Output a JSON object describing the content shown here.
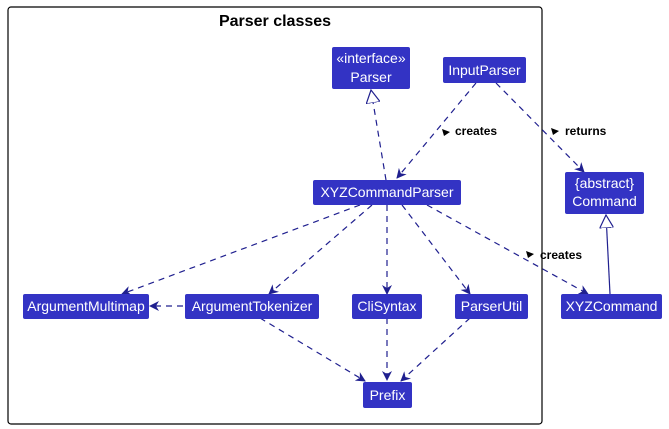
{
  "package": {
    "title": "Parser classes"
  },
  "colors": {
    "node_fill": "#3333c4",
    "node_text": "#ffffff",
    "edge": "#20208f",
    "frame": "#000000"
  },
  "nodes": {
    "parser": {
      "stereotype": "«interface»",
      "name": "Parser"
    },
    "input_parser": {
      "name": "InputParser"
    },
    "xyz_command_parser": {
      "name": "XYZCommandParser"
    },
    "command": {
      "stereotype": "{abstract}",
      "name": "Command"
    },
    "argument_multimap": {
      "name": "ArgumentMultimap"
    },
    "argument_tokenizer": {
      "name": "ArgumentTokenizer"
    },
    "cli_syntax": {
      "name": "CliSyntax"
    },
    "parser_util": {
      "name": "ParserUtil"
    },
    "xyz_command": {
      "name": "XYZCommand"
    },
    "prefix": {
      "name": "Prefix"
    }
  },
  "edges": {
    "creates_parser": {
      "label": "creates"
    },
    "returns_command": {
      "label": "returns"
    },
    "creates_command": {
      "label": "creates"
    }
  }
}
